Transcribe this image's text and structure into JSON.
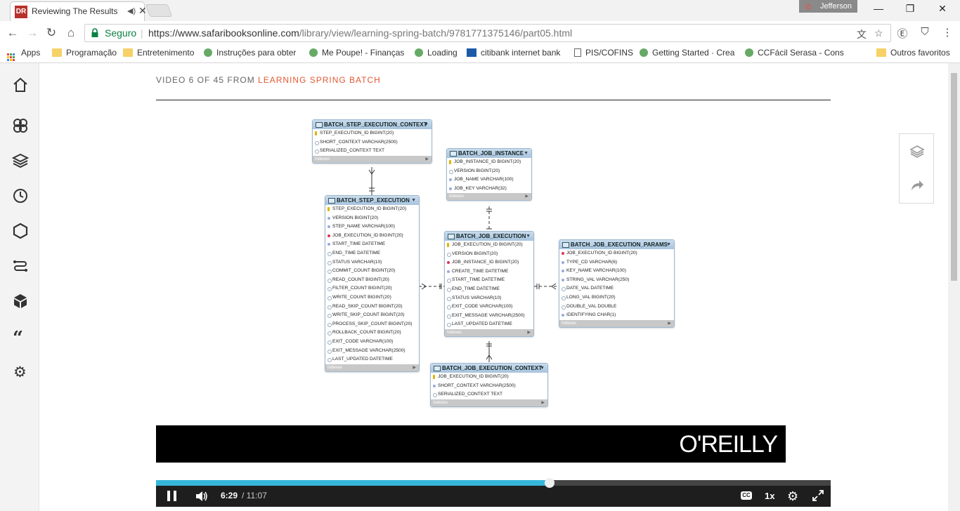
{
  "browser": {
    "tab_title": "Reviewing The Results",
    "favicon_text": "DR",
    "user_name": "Jefferson",
    "secure_label": "Seguro",
    "url_domain": "https://www.safaribooksonline.com",
    "url_path": "/library/view/learning-spring-batch/9781771375146/part05.html"
  },
  "bookmarks": [
    {
      "label": "Apps",
      "icon": "apps-grid-icon"
    },
    {
      "label": "Programação",
      "icon": "folder-icon"
    },
    {
      "label": "Entretenimento",
      "icon": "folder-icon"
    },
    {
      "label": "Instruções para obter",
      "icon": "site-icon"
    },
    {
      "label": "Me Poupe! - Finanças",
      "icon": "site-icon"
    },
    {
      "label": "Loading",
      "icon": "site-icon"
    },
    {
      "label": "citibank internet bank",
      "icon": "citi-icon"
    },
    {
      "label": "PIS/COFINS",
      "icon": "page-icon"
    },
    {
      "label": "Getting Started · Crea",
      "icon": "site-icon"
    },
    {
      "label": "CCFácil Serasa - Cons",
      "icon": "site-icon"
    },
    {
      "label": "Outros favoritos",
      "icon": "folder-icon"
    }
  ],
  "header": {
    "prefix": "VIDEO 6 OF 45 FROM ",
    "course": "LEARNING SPRING BATCH"
  },
  "diagram": {
    "indexes_label": "Indexes",
    "tables": [
      {
        "id": "t1",
        "name": "BATCH_STEP_EXECUTION_CONTEXT",
        "cols": [
          [
            "pk",
            "STEP_EXECUTION_ID BIGINT(20)"
          ],
          [
            "nn",
            "SHORT_CONTEXT VARCHAR(2500)"
          ],
          [
            "nn",
            "SERIALIZED_CONTEXT TEXT"
          ]
        ]
      },
      {
        "id": "t2",
        "name": "BATCH_JOB_INSTANCE",
        "cols": [
          [
            "pk",
            "JOB_INSTANCE_ID BIGINT(20)"
          ],
          [
            "nn",
            "VERSION BIGINT(20)"
          ],
          [
            "c",
            "JOB_NAME VARCHAR(100)"
          ],
          [
            "c",
            "JOB_KEY VARCHAR(32)"
          ]
        ]
      },
      {
        "id": "t3",
        "name": "BATCH_STEP_EXECUTION",
        "cols": [
          [
            "pk",
            "STEP_EXECUTION_ID BIGINT(20)"
          ],
          [
            "c",
            "VERSION BIGINT(20)"
          ],
          [
            "c",
            "STEP_NAME VARCHAR(100)"
          ],
          [
            "fk",
            "JOB_EXECUTION_ID BIGINT(20)"
          ],
          [
            "c",
            "START_TIME DATETIME"
          ],
          [
            "nn",
            "END_TIME DATETIME"
          ],
          [
            "nn",
            "STATUS VARCHAR(10)"
          ],
          [
            "nn",
            "COMMIT_COUNT BIGINT(20)"
          ],
          [
            "nn",
            "READ_COUNT BIGINT(20)"
          ],
          [
            "nn",
            "FILTER_COUNT BIGINT(20)"
          ],
          [
            "nn",
            "WRITE_COUNT BIGINT(20)"
          ],
          [
            "nn",
            "READ_SKIP_COUNT BIGINT(20)"
          ],
          [
            "nn",
            "WRITE_SKIP_COUNT BIGINT(20)"
          ],
          [
            "nn",
            "PROCESS_SKIP_COUNT BIGINT(20)"
          ],
          [
            "nn",
            "ROLLBACK_COUNT BIGINT(20)"
          ],
          [
            "nn",
            "EXIT_CODE VARCHAR(100)"
          ],
          [
            "nn",
            "EXIT_MESSAGE VARCHAR(2500)"
          ],
          [
            "nn",
            "LAST_UPDATED DATETIME"
          ]
        ]
      },
      {
        "id": "t4",
        "name": "BATCH_JOB_EXECUTION",
        "cols": [
          [
            "pk",
            "JOB_EXECUTION_ID BIGINT(20)"
          ],
          [
            "nn",
            "VERSION BIGINT(20)"
          ],
          [
            "fk",
            "JOB_INSTANCE_ID BIGINT(20)"
          ],
          [
            "c",
            "CREATE_TIME DATETIME"
          ],
          [
            "nn",
            "START_TIME DATETIME"
          ],
          [
            "nn",
            "END_TIME DATETIME"
          ],
          [
            "nn",
            "STATUS VARCHAR(10)"
          ],
          [
            "nn",
            "EXIT_CODE VARCHAR(100)"
          ],
          [
            "nn",
            "EXIT_MESSAGE VARCHAR(2500)"
          ],
          [
            "nn",
            "LAST_UPDATED DATETIME"
          ]
        ]
      },
      {
        "id": "t5",
        "name": "BATCH_JOB_EXECUTION_PARAMS",
        "cols": [
          [
            "fk",
            "JOB_EXECUTION_ID BIGINT(20)"
          ],
          [
            "c",
            "TYPE_CD VARCHAR(6)"
          ],
          [
            "c",
            "KEY_NAME VARCHAR(100)"
          ],
          [
            "c",
            "STRING_VAL VARCHAR(250)"
          ],
          [
            "nn",
            "DATE_VAL DATETIME"
          ],
          [
            "nn",
            "LONG_VAL BIGINT(20)"
          ],
          [
            "nn",
            "DOUBLE_VAL DOUBLE"
          ],
          [
            "c",
            "IDENTIFYING CHAR(1)"
          ]
        ]
      },
      {
        "id": "t6",
        "name": "BATCH_JOB_EXECUTION_CONTEXT",
        "cols": [
          [
            "pk",
            "JOB_EXECUTION_ID BIGINT(20)"
          ],
          [
            "c",
            "SHORT_CONTEXT VARCHAR(2500)"
          ],
          [
            "nn",
            "SERIALIZED_CONTEXT TEXT"
          ]
        ]
      }
    ]
  },
  "video": {
    "logo": "O'REILLY",
    "current_time": "6:29",
    "duration": "/ 11:07",
    "progress": 0.583,
    "speed": "1x",
    "cc_label": "CC"
  },
  "colors": {
    "accent": "#e25a34",
    "progress": "#36b6d9",
    "secure": "#0b8043"
  }
}
